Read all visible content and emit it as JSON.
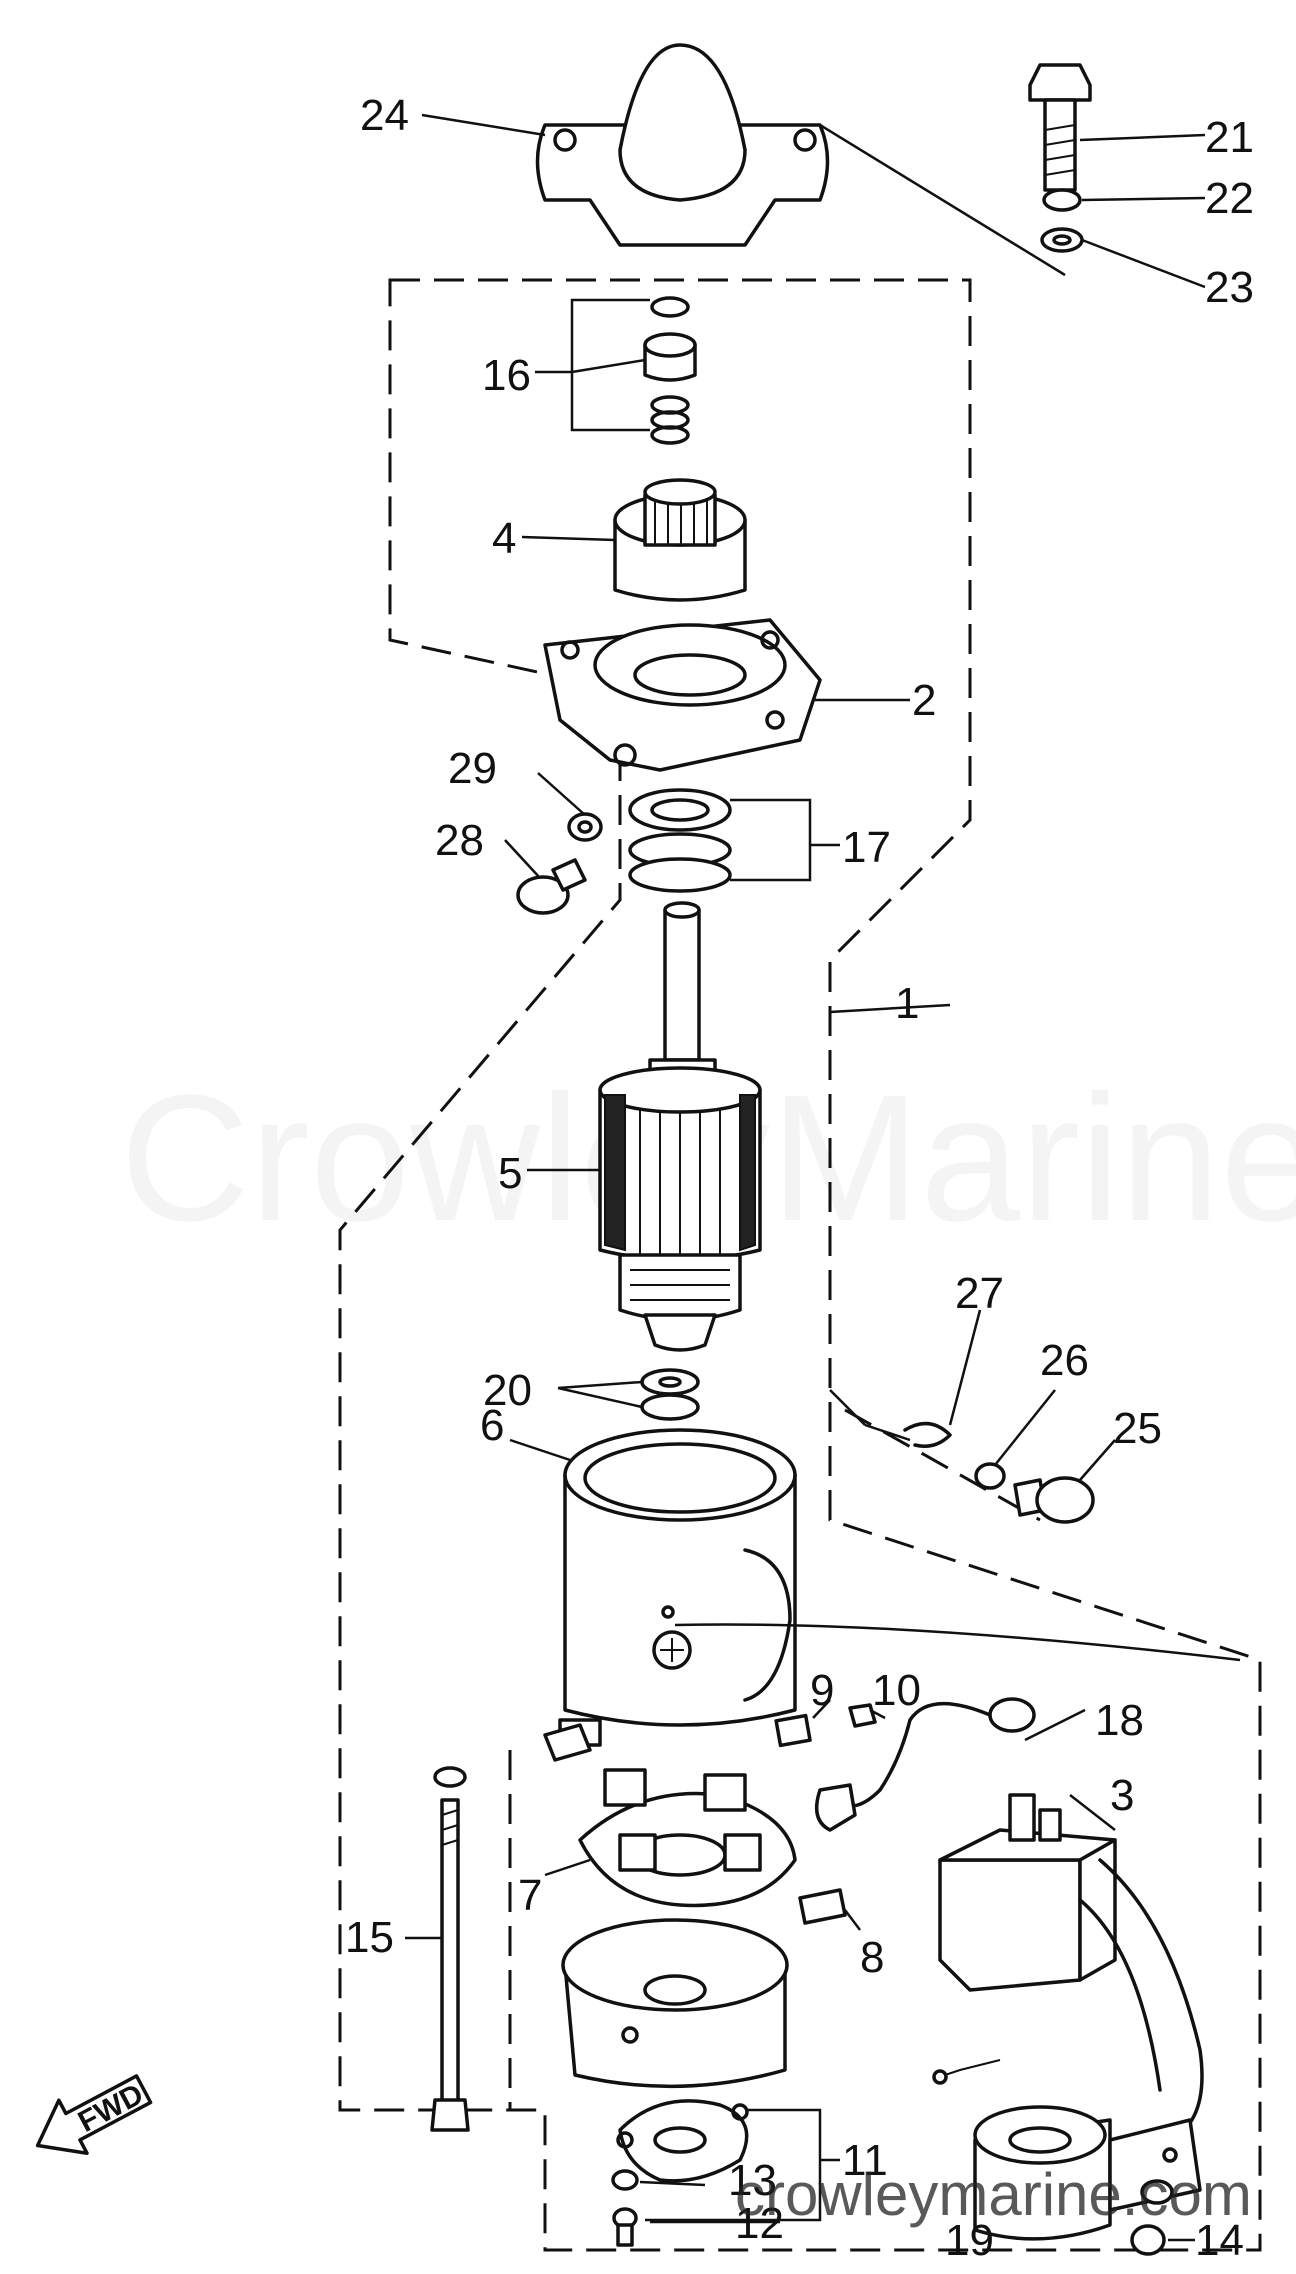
{
  "diagram": {
    "callouts": [
      "1",
      "2",
      "3",
      "4",
      "5",
      "6",
      "7",
      "8",
      "9",
      "10",
      "11",
      "12",
      "13",
      "14",
      "15",
      "16",
      "17",
      "18",
      "19",
      "20",
      "21",
      "22",
      "23",
      "24",
      "25",
      "26",
      "27",
      "28",
      "29"
    ],
    "direction_label": "FWD",
    "watermark": "CrowleyMarine",
    "watermark_url": "crowleymarine.com"
  }
}
